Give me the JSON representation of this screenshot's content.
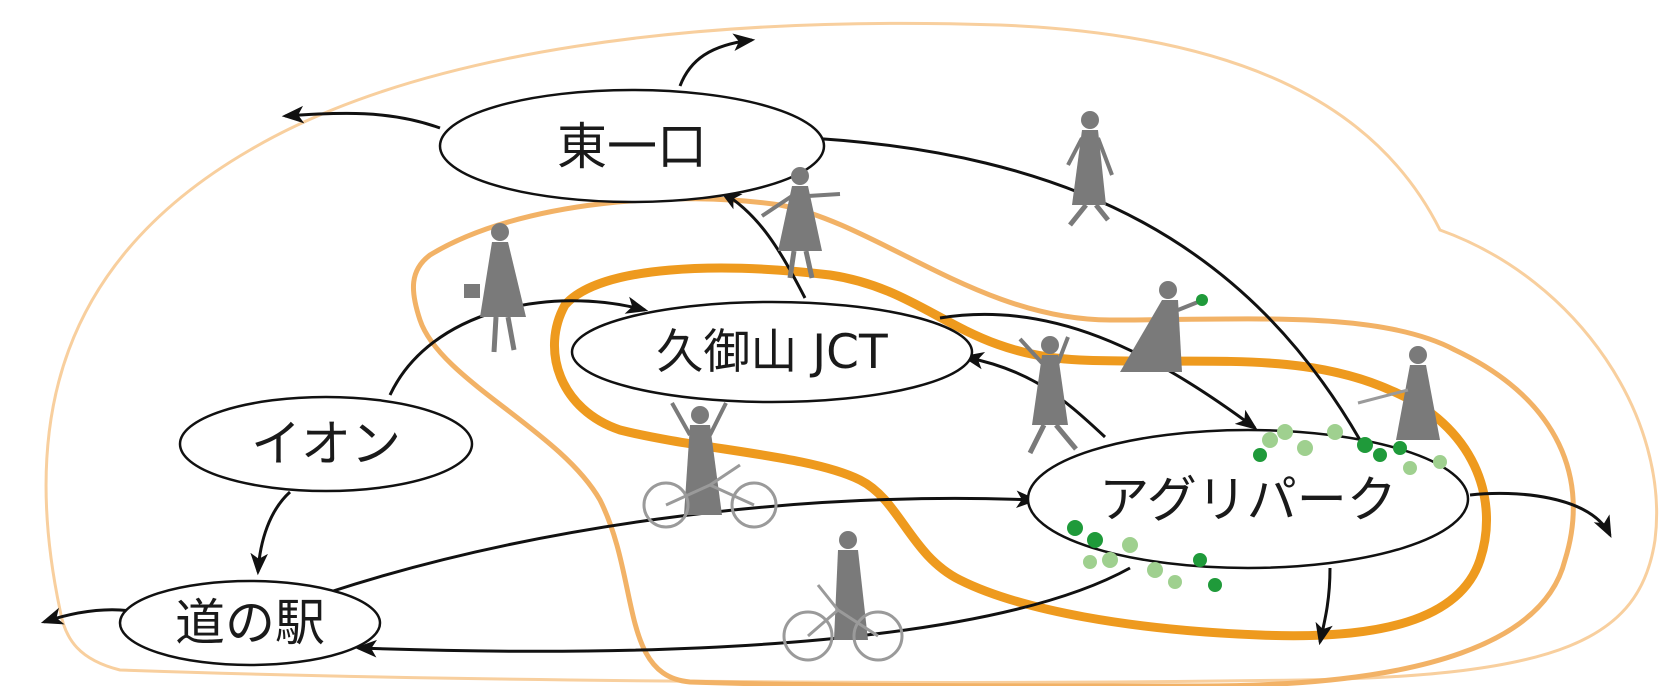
{
  "diagram": {
    "nodes": {
      "higashi": {
        "label": "東一口"
      },
      "jct": {
        "label": "久御山 JCT"
      },
      "aeon": {
        "label": "イオン"
      },
      "agripark": {
        "label": "アグリパーク"
      },
      "michinoeki": {
        "label": "道の駅"
      }
    },
    "zones": {
      "outer_color": "#f8cf9e",
      "middle_color": "#f2b266",
      "inner_color": "#ee9a1e"
    },
    "node_style": {
      "fill": "#ffffff",
      "stroke": "#111111"
    },
    "edge_color": "#111111",
    "figure_color": "#7a7a7a",
    "clover_colors": [
      "#1f9a3a",
      "#9fd08f"
    ]
  }
}
